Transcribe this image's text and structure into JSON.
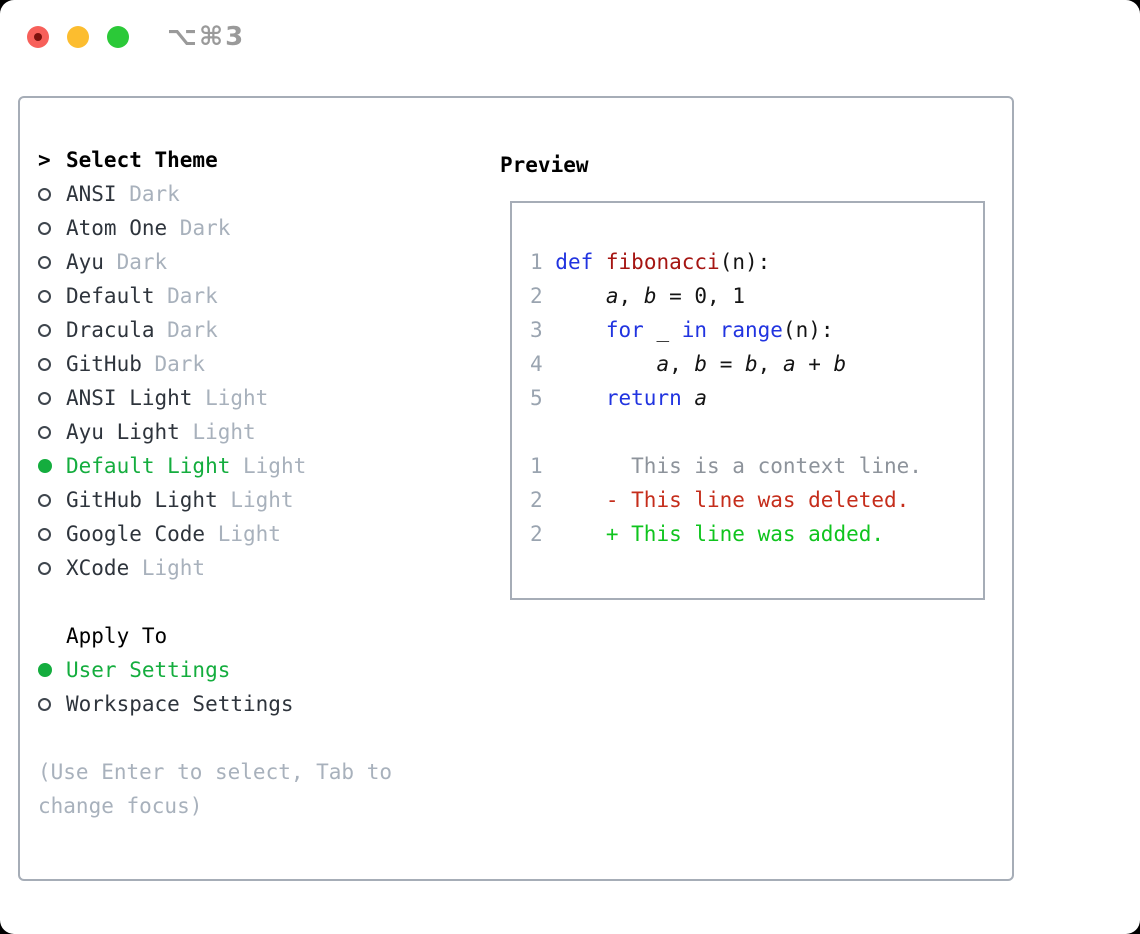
{
  "window": {
    "title": "⌥⌘3",
    "traffic_lights": [
      "close",
      "minimize",
      "zoom"
    ]
  },
  "colors": {
    "selection_green": "#14ad3e",
    "keyword_blue": "#2134e0",
    "function_red": "#a51512",
    "diff_deleted_red": "#c52d1b",
    "diff_added_green": "#0fc41e",
    "context_gray": "#8d939b",
    "tag_gray": "#a8b1bc",
    "border_gray": "#a6adb7"
  },
  "theme_panel": {
    "header_marker": ">",
    "header": "Select Theme",
    "themes": [
      {
        "name": "ANSI",
        "tag": "Dark",
        "selected": false
      },
      {
        "name": "Atom One",
        "tag": "Dark",
        "selected": false
      },
      {
        "name": "Ayu",
        "tag": "Dark",
        "selected": false
      },
      {
        "name": "Default",
        "tag": "Dark",
        "selected": false
      },
      {
        "name": "Dracula",
        "tag": "Dark",
        "selected": false
      },
      {
        "name": "GitHub",
        "tag": "Dark",
        "selected": false
      },
      {
        "name": "ANSI Light",
        "tag": "Light",
        "selected": false
      },
      {
        "name": "Ayu Light",
        "tag": "Light",
        "selected": false
      },
      {
        "name": "Default Light",
        "tag": "Light",
        "selected": true
      },
      {
        "name": "GitHub Light",
        "tag": "Light",
        "selected": false
      },
      {
        "name": "Google Code",
        "tag": "Light",
        "selected": false
      },
      {
        "name": "XCode",
        "tag": "Light",
        "selected": false
      }
    ],
    "apply_header": "Apply To",
    "apply_options": [
      {
        "name": "User Settings",
        "selected": true
      },
      {
        "name": "Workspace Settings",
        "selected": false
      }
    ],
    "hint_lines": [
      "(Use Enter to select, Tab to",
      "change focus)"
    ]
  },
  "preview": {
    "header": "Preview",
    "lines": [
      {
        "num": "1",
        "segments": [
          {
            "t": "def",
            "s": "kw"
          },
          {
            "t": " ",
            "s": "pl"
          },
          {
            "t": "fibonacci",
            "s": "fn"
          },
          {
            "t": "(n):",
            "s": "pl"
          }
        ]
      },
      {
        "num": "2",
        "segments": [
          {
            "t": "    ",
            "s": "pl"
          },
          {
            "t": "a",
            "s": "vr"
          },
          {
            "t": ", ",
            "s": "pl"
          },
          {
            "t": "b",
            "s": "vr"
          },
          {
            "t": " = 0, 1",
            "s": "pl"
          }
        ]
      },
      {
        "num": "3",
        "segments": [
          {
            "t": "    ",
            "s": "pl"
          },
          {
            "t": "for",
            "s": "kw"
          },
          {
            "t": " _ ",
            "s": "pl"
          },
          {
            "t": "in",
            "s": "kw"
          },
          {
            "t": " ",
            "s": "pl"
          },
          {
            "t": "range",
            "s": "kw"
          },
          {
            "t": "(n):",
            "s": "pl"
          }
        ]
      },
      {
        "num": "4",
        "segments": [
          {
            "t": "        ",
            "s": "pl"
          },
          {
            "t": "a",
            "s": "vr"
          },
          {
            "t": ", ",
            "s": "pl"
          },
          {
            "t": "b",
            "s": "vr"
          },
          {
            "t": " = ",
            "s": "pl"
          },
          {
            "t": "b",
            "s": "vr"
          },
          {
            "t": ", ",
            "s": "pl"
          },
          {
            "t": "a",
            "s": "vr"
          },
          {
            "t": " + ",
            "s": "pl"
          },
          {
            "t": "b",
            "s": "vr"
          }
        ]
      },
      {
        "num": "5",
        "segments": [
          {
            "t": "    ",
            "s": "pl"
          },
          {
            "t": "return",
            "s": "kw"
          },
          {
            "t": " ",
            "s": "pl"
          },
          {
            "t": "a",
            "s": "vr"
          }
        ]
      },
      {
        "num": "",
        "segments": []
      },
      {
        "num": "1",
        "segments": [
          {
            "t": "      This is a context line.",
            "s": "ctx"
          }
        ]
      },
      {
        "num": "2",
        "segments": [
          {
            "t": "    ",
            "s": "pl"
          },
          {
            "t": "- This line was deleted.",
            "s": "del"
          }
        ]
      },
      {
        "num": "2",
        "segments": [
          {
            "t": "    ",
            "s": "pl"
          },
          {
            "t": "+ This line was added.",
            "s": "add"
          }
        ]
      }
    ]
  }
}
